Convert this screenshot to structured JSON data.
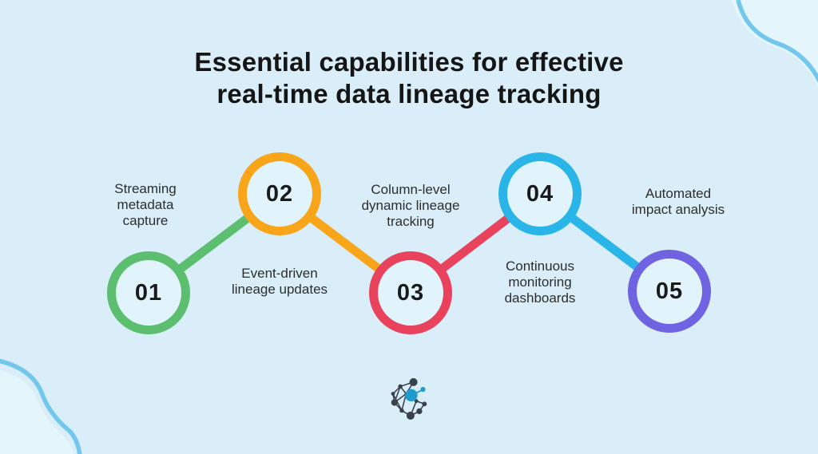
{
  "title": {
    "text": "Essential capabilities for effective\nreal-time data lineage tracking"
  },
  "steps": [
    {
      "number": "01",
      "label": "Streaming\nmetadata\ncapture",
      "color": "#5cbe6f"
    },
    {
      "number": "02",
      "label": "Event-driven\nlineage updates",
      "color": "#f9a51a"
    },
    {
      "number": "03",
      "label": "Column-level\ndynamic lineage\ntracking",
      "color": "#e8425d"
    },
    {
      "number": "04",
      "label": "Continuous\nmonitoring\ndashboards",
      "color": "#2ab5e9"
    },
    {
      "number": "05",
      "label": "Automated\nimpact analysis",
      "color": "#7063e1"
    }
  ],
  "decor": {
    "background": "#d9eef8",
    "circle_fill": "#e2f4fb",
    "corner_wave_stroke": "#71c7ec",
    "corner_wave_fill": "#e4f5fc"
  },
  "logo": {
    "name": "data-lineage-network-logo",
    "dark_color": "#39414a",
    "blue_color": "#1f9bcc"
  }
}
